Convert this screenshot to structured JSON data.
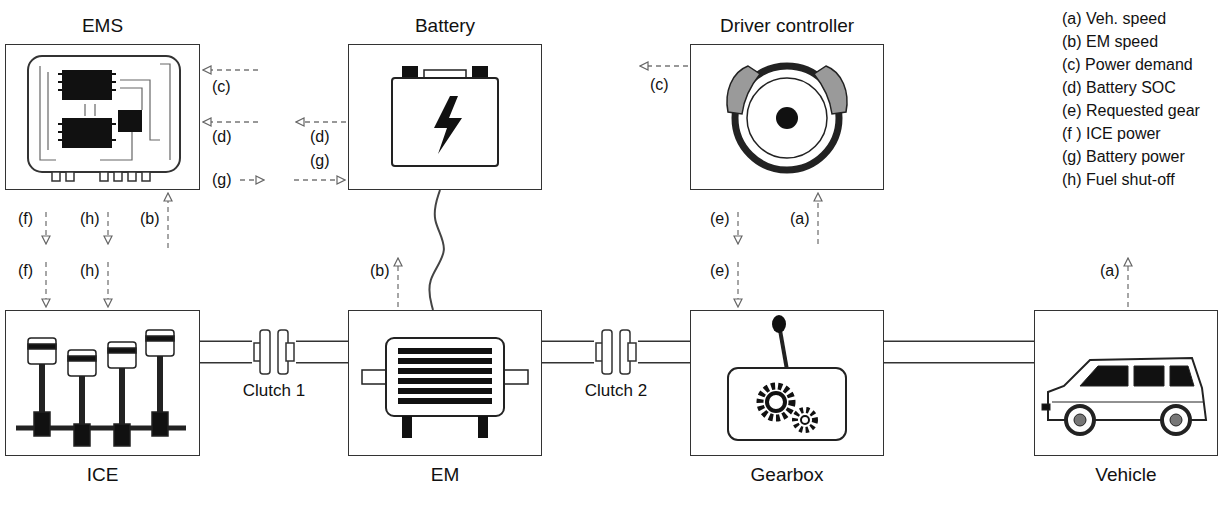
{
  "diagram": {
    "nodes": [
      {
        "text": [
          "EMS"
        ]
      },
      {
        "text": [
          "Battery"
        ]
      },
      {
        "text": [
          "Driver controller"
        ]
      },
      {
        "text": [
          "ICE"
        ]
      },
      {
        "text": [
          "Clutch 1"
        ]
      },
      {
        "text": [
          "EM"
        ]
      },
      {
        "text": [
          "Clutch 2"
        ]
      },
      {
        "text": [
          "Gearbox"
        ]
      },
      {
        "text": [
          "Vehicle"
        ]
      }
    ],
    "edges": [
      {
        "from": 3,
        "to": 4,
        "arrow": "none"
      },
      {
        "from": 4,
        "to": 5,
        "arrow": "none"
      },
      {
        "from": 1,
        "to": 5,
        "arrow": "none"
      },
      {
        "from": 5,
        "to": 6,
        "arrow": "none"
      },
      {
        "from": 6,
        "to": 7,
        "arrow": "none"
      },
      {
        "from": 7,
        "to": 8,
        "arrow": "none"
      }
    ],
    "labels": [
      "(c)",
      "(d)",
      "(g)",
      "(d)",
      "(g)",
      "(c)",
      "(f)",
      "(h)",
      "(b)",
      "(e)",
      "(a)",
      "(f)",
      "(h)",
      "(b)",
      "(e)",
      "(a)"
    ],
    "legend": [
      {
        "text": "(a) Veh. speed"
      },
      {
        "text": "(b) EM speed"
      },
      {
        "text": "(c) Power demand"
      },
      {
        "text": "(d) Battery SOC"
      },
      {
        "text": "(e) Requested gear"
      },
      {
        "text": "(f ) ICE power"
      },
      {
        "text": "(g) Battery power"
      },
      {
        "text": "(h) Fuel shut-off"
      }
    ]
  }
}
